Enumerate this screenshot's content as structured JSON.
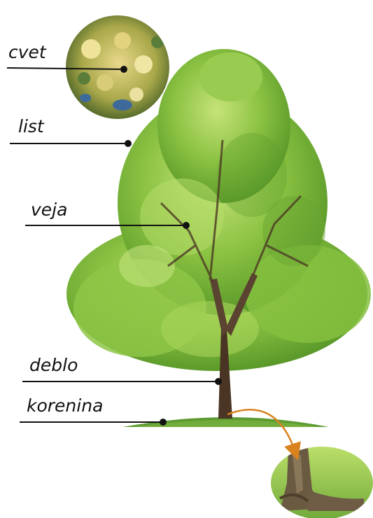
{
  "labels": {
    "flower": "cvet",
    "leaf": "list",
    "branch": "veja",
    "trunk": "deblo",
    "root": "korenina"
  },
  "colors": {
    "leader_line": "#111111",
    "arrow": "#d9821e",
    "foliage_dark": "#4f8a23",
    "foliage_mid": "#7fb83a",
    "foliage_light": "#b9dd6a",
    "trunk": "#4a3424",
    "grass": "#5d9a31"
  },
  "insets": {
    "flower_closeup": "flower-closeup-image",
    "root_closeup": "root-closeup-image"
  }
}
